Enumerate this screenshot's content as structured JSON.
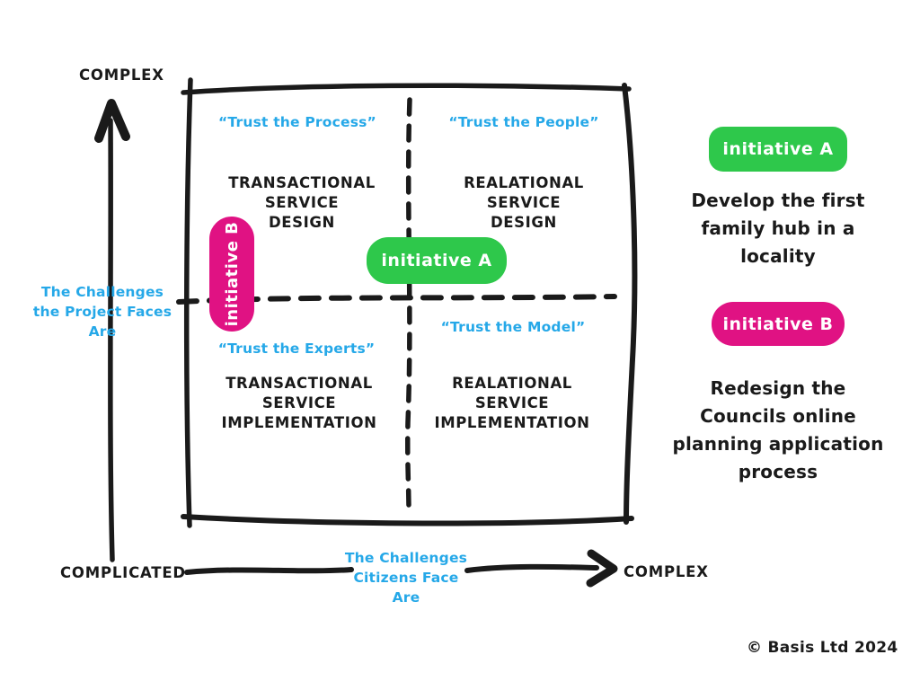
{
  "colors": {
    "blue": "#25A8E8",
    "green": "#2EC84B",
    "pink": "#E01283",
    "ink": "#1A1A1A"
  },
  "y_axis": {
    "top_label": "COMPLEX",
    "description": "The Challenges\nthe Project Faces\nAre"
  },
  "x_axis": {
    "left_label": "COMPLICATED",
    "right_label": "COMPLEX",
    "description": "The Challenges\nCitizens Face\nAre"
  },
  "quadrants": {
    "top_left": {
      "quote": "“Trust the Process”",
      "title": "TRANSACTIONAL\nSERVICE\nDESIGN"
    },
    "top_right": {
      "quote": "“Trust the People”",
      "title": "REALATIONAL\nSERVICE\nDESIGN"
    },
    "bottom_left": {
      "quote": "“Trust the Experts”",
      "title": "TRANSACTIONAL\nSERVICE\nIMPLEMENTATION"
    },
    "bottom_right": {
      "quote": "“Trust the Model”",
      "title": "REALATIONAL\nSERVICE\nIMPLEMENTATION"
    }
  },
  "stickers": {
    "initiative_a": "initiative A",
    "initiative_b": "initiative B"
  },
  "legend": {
    "initiative_a": {
      "label": "initiative A",
      "description": "Develop the first\nfamily hub in a\nlocality"
    },
    "initiative_b": {
      "label": "initiative B",
      "description": "Redesign the\nCouncils online\nplanning application\nprocess"
    }
  },
  "footer": {
    "copyright": "© Basis Ltd 2024"
  }
}
